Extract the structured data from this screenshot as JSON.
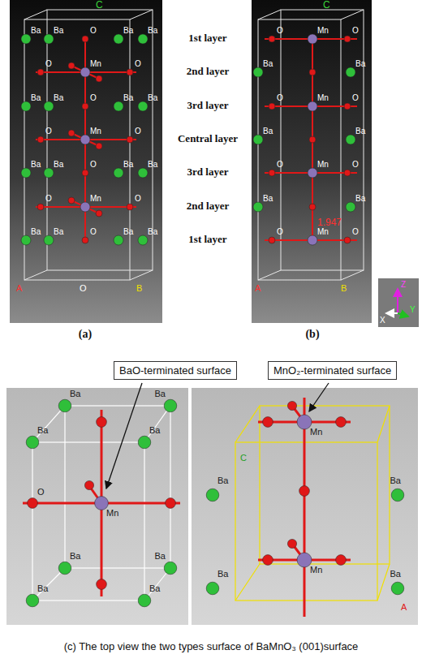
{
  "diagram": {
    "caption": "(c) The top view the two types surface of BaMnO₃ (001)surface",
    "nodes": [
      {
        "text": [
          "BaO-terminated surface"
        ]
      },
      {
        "text": [
          "MnO₂-terminated surface"
        ]
      }
    ],
    "labels": [
      "C",
      "Ba",
      "Ba",
      "O",
      "Ba",
      "Ba",
      "O",
      "Mn",
      "O",
      "Ba",
      "Ba",
      "O",
      "Ba",
      "Ba",
      "O",
      "Mn",
      "O",
      "Ba",
      "Ba",
      "O",
      "Ba",
      "Ba",
      "O",
      "Mn",
      "O",
      "Ba",
      "Ba",
      "O",
      "Ba",
      "Ba",
      "A",
      "O",
      "B",
      "(a)",
      "1st layer",
      "2nd layer",
      "3rd layer",
      "Central layer",
      "3rd layer",
      "2nd layer",
      "1st layer",
      "C",
      "O",
      "Mn",
      "O",
      "Ba",
      "Ba",
      "O",
      "Mn",
      "O",
      "Ba",
      "Ba",
      "O",
      "Mn",
      "O",
      "Ba",
      "Ba",
      "O",
      "Mn",
      "O",
      "1.947",
      "A",
      "B",
      "(b)",
      "Z",
      "Y",
      "X",
      "Ba",
      "Ba",
      "Ba",
      "Ba",
      "Ba",
      "Ba",
      "Ba",
      "Ba",
      "O",
      "Mn",
      "C",
      "Mn",
      "Mn",
      "Ba",
      "Ba",
      "Ba",
      "Ba",
      "A"
    ]
  }
}
